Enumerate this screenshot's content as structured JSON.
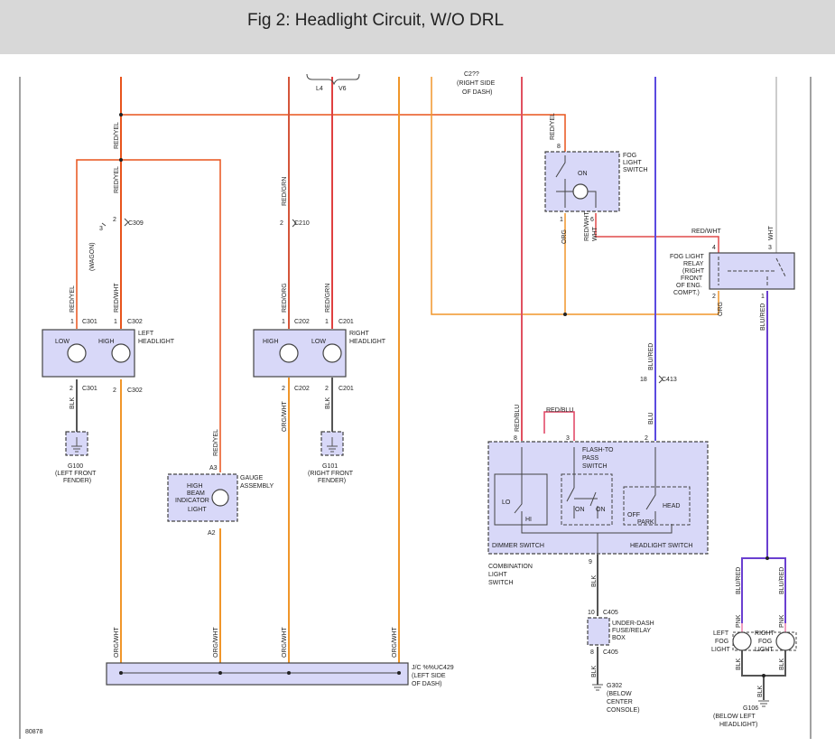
{
  "title": "Fig 2: Headlight Circuit, W/O DRL",
  "figure_id": "80878",
  "colors": {
    "red_yel": "#e8541c",
    "orange": "#f0962a",
    "red_grn": "#d4553a",
    "red": "#e04040",
    "red_blu": "#e05060",
    "red_wht": "#e04a4a",
    "blu_red": "#6a3fd0",
    "blu": "#5a4ae0",
    "pnk": "#f0a0c0",
    "blk": "#555555",
    "wht": "#cccccc",
    "component_fill": "#d8d8f8"
  },
  "labels": {
    "l4": "L4",
    "v6": "V6",
    "top_center_1": "C2??",
    "top_center_2": "(RIGHT SIDE",
    "top_center_3": "OF DASH)",
    "wagon": "(WAGON)",
    "red_yel": "RED/YEL",
    "red_wht": "RED/WHT",
    "red_grn": "RED/GRN",
    "red_org": "RED/ORG",
    "blk": "BLK",
    "org": "ORG",
    "org_wht": "ORG/WHT",
    "wht": "WHT",
    "blu_red": "BLU/RED",
    "red_blu": "RED/BLU",
    "blu": "BLU",
    "pnk": "PNK",
    "c309": "C309",
    "c210": "C210",
    "c301": "C301",
    "c302": "C302",
    "c202": "C202",
    "c201": "C201",
    "c413": "C413",
    "c405": "C405",
    "low": "LOW",
    "high": "HIGH",
    "left_headlight_1": "LEFT",
    "left_headlight_2": "HEADLIGHT",
    "right_headlight_1": "RIGHT",
    "right_headlight_2": "HEADLIGHT",
    "g100_1": "G100",
    "g100_2": "(LEFT FRONT",
    "g100_3": "FENDER)",
    "g101_1": "G101",
    "g101_2": "(RIGHT FRONT",
    "g101_3": "FENDER)",
    "high_beam_1": "HIGH",
    "high_beam_2": "BEAM",
    "high_beam_3": "INDICATOR",
    "high_beam_4": "LIGHT",
    "gauge_1": "GAUGE",
    "gauge_2": "ASSEMBLY",
    "a3": "A3",
    "a2": "A2",
    "jc_1": "J/C %%UC429",
    "jc_2": "(LEFT SIDE",
    "jc_3": "OF DASH)",
    "fog_switch_1": "FOG",
    "fog_switch_2": "LIGHT",
    "fog_switch_3": "SWITCH",
    "on": "ON",
    "fog_relay_1": "FOG LIGHT",
    "fog_relay_2": "RELAY",
    "fog_relay_3": "(RIGHT",
    "fog_relay_4": "FRONT",
    "fog_relay_5": "OF ENG.",
    "fog_relay_6": "COMPT.)",
    "flash_1": "FLASH-TO",
    "flash_2": "PASS",
    "flash_3": "SWITCH",
    "lo": "LO",
    "hi": "HI",
    "off": "OFF",
    "head": "HEAD",
    "park": "PARK",
    "dimmer_switch": "DIMMER SWITCH",
    "headlight_switch": "HEADLIGHT SWITCH",
    "combo_1": "COMBINATION",
    "combo_2": "LIGHT",
    "combo_3": "SWITCH",
    "underdash_1": "UNDER-DASH",
    "underdash_2": "FUSE/RELAY",
    "underdash_3": "BOX",
    "g302_1": "G302",
    "g302_2": "(BELOW",
    "g302_3": "CENTER",
    "g302_4": "CONSOLE)",
    "left_fog_1": "LEFT",
    "left_fog_2": "FOG",
    "left_fog_3": "LIGHT",
    "right_fog_1": "RIGHT",
    "right_fog_2": "FOG",
    "right_fog_3": "LIGHT",
    "g106_1": "G106",
    "g106_2": "(BELOW LEFT",
    "g106_3": "HEADLIGHT)",
    "pin_1": "1",
    "pin_2": "2",
    "pin_3": "3",
    "pin_4": "4",
    "pin_6": "6",
    "pin_8": "8",
    "pin_9": "9",
    "pin_10": "10",
    "pin_18": "18"
  }
}
